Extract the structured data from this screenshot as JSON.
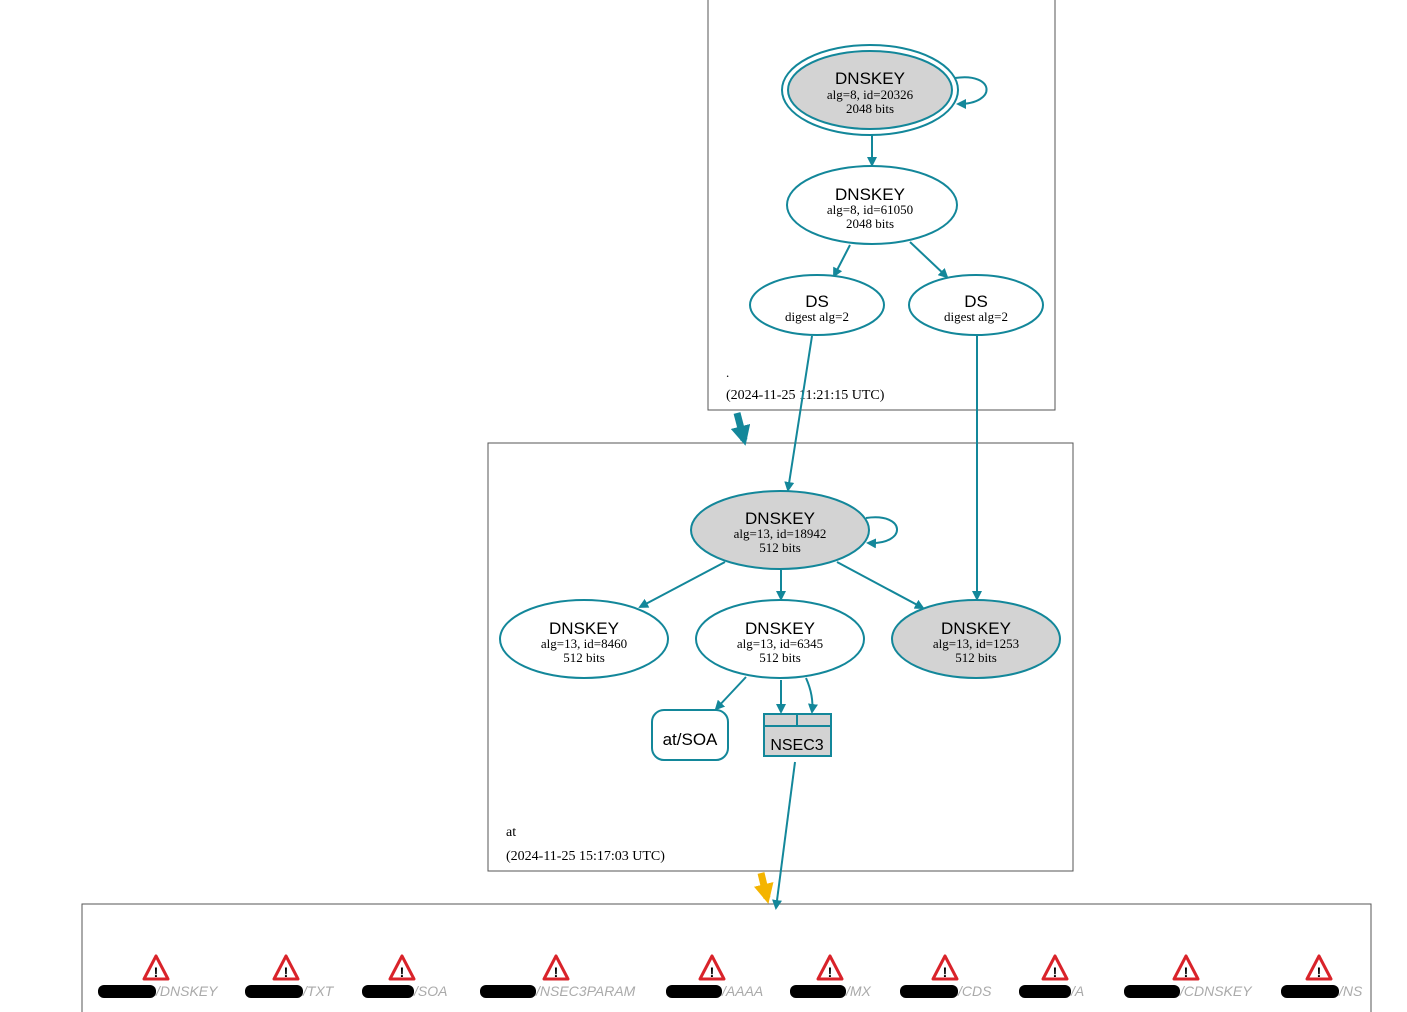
{
  "zones": {
    "root": {
      "name": ".",
      "timestamp": "(2024-11-25 11:21:15 UTC)"
    },
    "at": {
      "name": "at",
      "timestamp": "(2024-11-25 15:17:03 UTC)"
    }
  },
  "nodes": {
    "root_ksk": {
      "title": "DNSKEY",
      "line1": "alg=8, id=20326",
      "line2": "2048 bits"
    },
    "root_zsk": {
      "title": "DNSKEY",
      "line1": "alg=8, id=61050",
      "line2": "2048 bits"
    },
    "ds_1": {
      "title": "DS",
      "line1": "digest alg=2"
    },
    "ds_2": {
      "title": "DS",
      "line1": "digest alg=2"
    },
    "at_ksk": {
      "title": "DNSKEY",
      "line1": "alg=13, id=18942",
      "line2": "512 bits"
    },
    "at_8460": {
      "title": "DNSKEY",
      "line1": "alg=13, id=8460",
      "line2": "512 bits"
    },
    "at_6345": {
      "title": "DNSKEY",
      "line1": "alg=13, id=6345",
      "line2": "512 bits"
    },
    "at_1253": {
      "title": "DNSKEY",
      "line1": "alg=13, id=1253",
      "line2": "512 bits"
    },
    "at_soa": {
      "label": "at/SOA"
    },
    "nsec3": {
      "label": "NSEC3"
    }
  },
  "child_records": [
    "/DNSKEY",
    "/TXT",
    "/SOA",
    "/NSEC3PARAM",
    "/AAAA",
    "/MX",
    "/CDS",
    "/A",
    "/CDNSKEY",
    "/NS"
  ],
  "colors": {
    "edge": "#13879a",
    "node_fill_grey": "#d3d3d3",
    "delegation_secure": "#13879a",
    "delegation_insecure": "#f4b400",
    "warning_red": "#d9232a"
  }
}
